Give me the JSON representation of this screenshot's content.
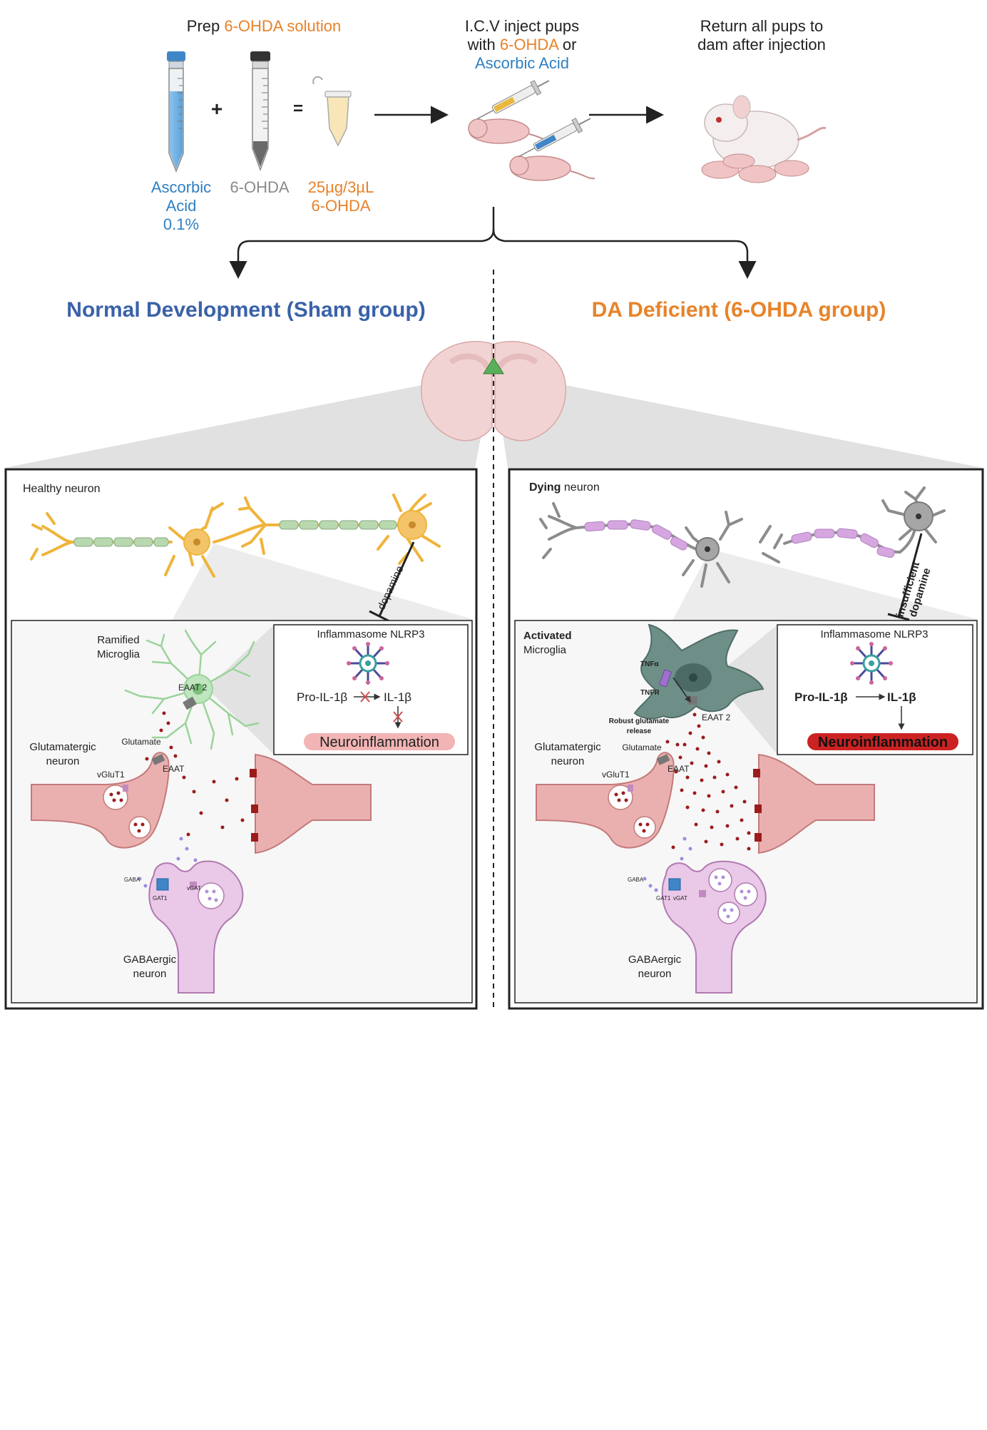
{
  "colors": {
    "orange": "#e8822a",
    "blue": "#2f7fc1",
    "gray": "#8a8a8a",
    "title_blue": "#3a62a8",
    "title_orange": "#e8832a",
    "neuron_pink": "#e6a6a6",
    "neuron_pink_stroke": "#c47a7a",
    "gaba_purple": "#eac8e8",
    "healthy_yellow": "#efb43b",
    "dying_gray": "#8c8c8c",
    "myelin_green": "#b8d8b0",
    "myelin_purple": "#d6a6e0",
    "microglia_green": "#9ad39a",
    "microglia_dark": "#5f7f78",
    "glutamate": "#9c1c1c",
    "gaba_dot": "#9c8ce0",
    "inflam_red": "#cc2222"
  },
  "protocol": {
    "prep_title_a": "Prep ",
    "prep_title_b": "6-OHDA solution",
    "ascorbic_label_1": "Ascorbic",
    "ascorbic_label_2": "Acid",
    "ascorbic_label_3": "0.1%",
    "plus": "+",
    "equals": "=",
    "ohda_label": "6-OHDA",
    "dose_label_1": "25µg/3µL",
    "dose_label_2": "6-OHDA",
    "inject_line_1": "I.C.V inject pups",
    "inject_line_2a": "with ",
    "inject_line_2b": "6-OHDA",
    "inject_line_2c": " or",
    "inject_line_3": "Ascorbic Acid",
    "return_line_1": "Return all pups to",
    "return_line_2": "dam after injection"
  },
  "groups": {
    "sham_title": "Normal Development (Sham group)",
    "ohda_title": "DA Deficient (6-OHDA group)"
  },
  "left_panel": {
    "neuron_label": "Healthy neuron",
    "dopamine": "dopamine",
    "microglia_1": "Ramified",
    "microglia_2": "Microglia",
    "eaat2": "EAAT 2",
    "glutamate": "Glutamate",
    "eaat": "EAAT",
    "glut_neuron_1": "Glutamatergic",
    "glut_neuron_2": "neuron",
    "vglut1": "vGluT1",
    "gaba": "GABA",
    "gat1": "GAT1",
    "vgat": "vGAT",
    "gaba_neuron_1": "GABAergic",
    "gaba_neuron_2": "neuron",
    "inflammasome": "Inflammasome NLRP3",
    "pro_il": "Pro-IL-1β",
    "il": "IL-1β",
    "neuroinflammation": "Neuroinflammation"
  },
  "right_panel": {
    "neuron_label_bold": "Dying",
    "neuron_label_rest": " neuron",
    "insufficient": "insufficient",
    "dopamine": "dopamine",
    "microglia_1": "Activated",
    "microglia_2": "Microglia",
    "tnfa": "TNFα",
    "tnfr": "TNFR",
    "robust_1": "Robust glutamate",
    "robust_2": "release",
    "eaat2": "EAAT 2",
    "glutamate": "Glutamate",
    "eaat": "EAAT",
    "glut_neuron_1": "Glutamatergic",
    "glut_neuron_2": "neuron",
    "vglut1": "vGluT1",
    "gaba": "GABA",
    "gat1": "GAT1",
    "vgat": "vGAT",
    "gaba_neuron_1": "GABAergic",
    "gaba_neuron_2": "neuron",
    "inflammasome": "Inflammasome NLRP3",
    "pro_il": "Pro-IL-1β",
    "il": "IL-1β",
    "neuroinflammation": "Neuroinflammation"
  }
}
